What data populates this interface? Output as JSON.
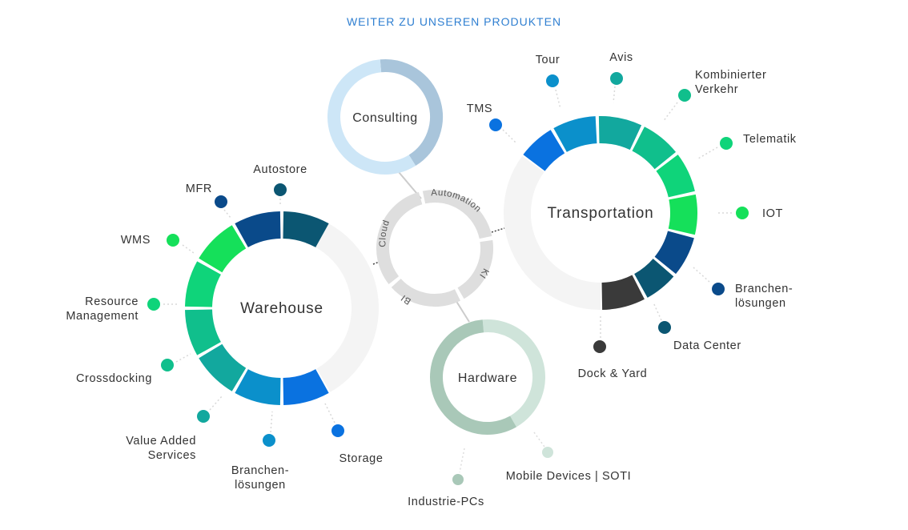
{
  "header": {
    "link_text": "WEITER ZU UNSEREN PRODUKTEN",
    "link_color": "#2f7fd1"
  },
  "center_ring": {
    "segments": [
      {
        "label": "Automation"
      },
      {
        "label": "KI"
      },
      {
        "label": "BI"
      },
      {
        "label": "Cloud"
      }
    ],
    "color": "#dedede"
  },
  "consulting": {
    "title": "Consulting",
    "colors": [
      "#a9c5db",
      "#cde6f7"
    ]
  },
  "hardware": {
    "title": "Hardware",
    "colors": [
      "#cfe4da",
      "#a9c8b8"
    ],
    "items": [
      {
        "label": "Mobile Devices | SOTI",
        "color": "#cfe4da"
      },
      {
        "label": "Industrie-PCs",
        "color": "#a9c8b8"
      }
    ]
  },
  "warehouse": {
    "title": "Warehouse",
    "background_color": "#f4f4f4",
    "items": [
      {
        "label": "Autostore",
        "color": "#0b5672"
      },
      {
        "label": "MFR",
        "color": "#0a4a8a"
      },
      {
        "label": "WMS",
        "color": "#15e05a"
      },
      {
        "label": "Resource\nManagement",
        "color": "#0fd47a"
      },
      {
        "label": "Crossdocking",
        "color": "#10bf8c"
      },
      {
        "label": "Value Added\nServices",
        "color": "#12a89e"
      },
      {
        "label": "Branchen-\nlösungen",
        "color": "#0b90cb"
      },
      {
        "label": "Storage",
        "color": "#0a72e0"
      }
    ]
  },
  "transportation": {
    "title": "Transportation",
    "background_color": "#f4f4f4",
    "items": [
      {
        "label": "TMS",
        "color": "#0a72e0"
      },
      {
        "label": "Tour",
        "color": "#0b90cb"
      },
      {
        "label": "Avis",
        "color": "#12a89e"
      },
      {
        "label": "Kombinierter\nVerkehr",
        "color": "#10bf8c"
      },
      {
        "label": "Telematik",
        "color": "#0fd47a"
      },
      {
        "label": "IOT",
        "color": "#15e05a"
      },
      {
        "label": "Branchen-\nlösungen",
        "color": "#0a4a8a"
      },
      {
        "label": "Data Center",
        "color": "#0b5672"
      },
      {
        "label": "Dock & Yard",
        "color": "#3a3a3a"
      }
    ]
  }
}
